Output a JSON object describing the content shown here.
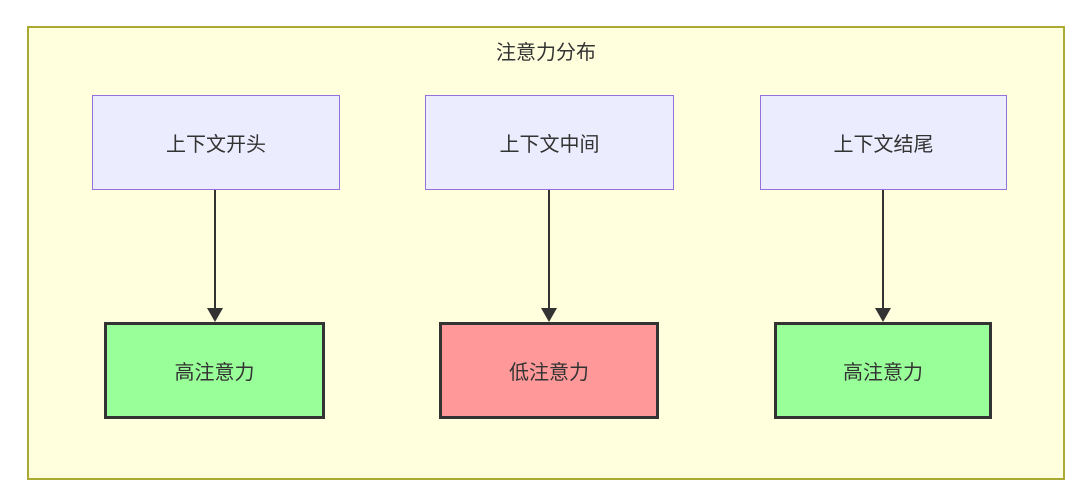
{
  "diagram": {
    "type": "flowchart",
    "title": "注意力分布",
    "colors": {
      "cluster_fill": "#ffffde",
      "cluster_border": "#aaaa33",
      "node_fill": "#ececff",
      "node_border": "#9370db",
      "high_fill": "#99ff99",
      "low_fill": "#ff9999",
      "result_border": "#333333",
      "arrow": "#333333",
      "text": "#333333"
    },
    "columns": [
      {
        "source": {
          "label": "上下文开头"
        },
        "result": {
          "label": "高注意力",
          "level": "high"
        }
      },
      {
        "source": {
          "label": "上下文中间"
        },
        "result": {
          "label": "低注意力",
          "level": "low"
        }
      },
      {
        "source": {
          "label": "上下文结尾"
        },
        "result": {
          "label": "高注意力",
          "level": "high"
        }
      }
    ]
  }
}
